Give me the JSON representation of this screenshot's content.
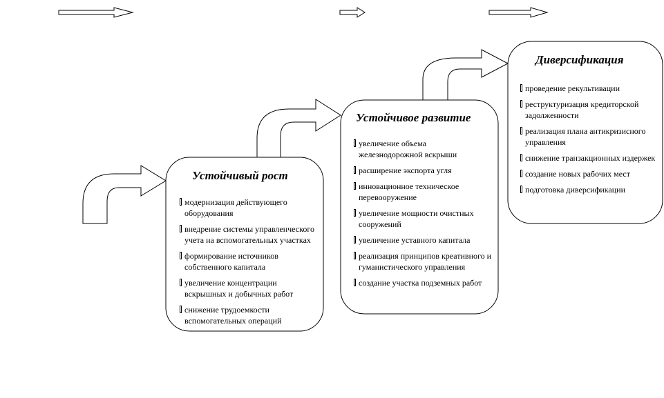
{
  "stages": [
    {
      "title": "Устойчивый рост",
      "items": [
        "модернизация действующего оборудования",
        " внедрение системы управленческого учета на вспомогательных участках",
        "формирование источников собственного капитала",
        "увеличение концентрации вскрышных и добычных работ",
        "снижение трудоемкости вспомогательных операций"
      ]
    },
    {
      "title": "Устойчивое развитие",
      "items": [
        "увеличение объема железнодорожной вскрыши",
        "расширение экспорта угля",
        "инновационное техническое перевооружение",
        " увеличение мощности очистных сооружений",
        "увеличение уставного капитала",
        "реализация принципов креативного и гуманистического управления",
        " создание участка подземных работ"
      ]
    },
    {
      "title": "Диверсификация",
      "items": [
        "проведение рекультивации",
        "реструктуризация кредиторской задолженности",
        "реализация плана антикризисного управления",
        "снижение транзакционных издержек",
        " создание новых рабочих мест",
        " подготовка диверсификации"
      ]
    }
  ],
  "colors": {
    "line": "#000000",
    "fill": "#ffffff"
  }
}
